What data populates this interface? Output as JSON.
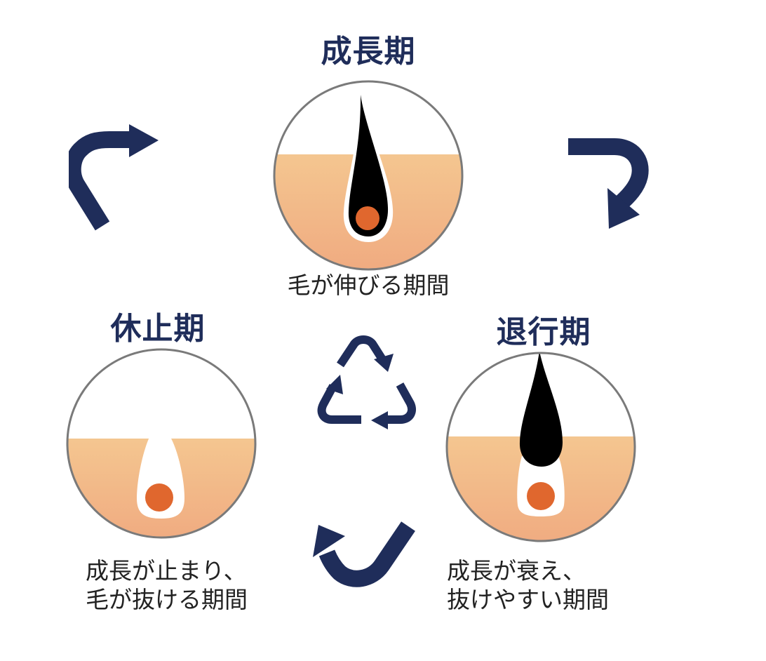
{
  "diagram": {
    "subject": "hair growth cycle",
    "colors": {
      "title": "#1f2d5a",
      "arrow": "#1f2d5a",
      "skin_top": "#f4c48e",
      "skin_bottom": "#f0ab7f",
      "hair": "#000000",
      "papilla": "#e0672e",
      "circle_border": "#7a7a7a",
      "caption": "#222222"
    },
    "phases": [
      {
        "id": "anagen",
        "title": "成長期",
        "caption_lines": [
          "毛が伸びる期間"
        ]
      },
      {
        "id": "catagen",
        "title": "退行期",
        "caption_lines": [
          "成長が衰え、",
          "抜けやすい期間"
        ]
      },
      {
        "id": "telogen",
        "title": "休止期",
        "caption_lines": [
          "成長が止まり、",
          "毛が抜ける期間"
        ]
      }
    ],
    "arrows": [
      {
        "id": "arrow-top-left",
        "icon": "curved-arrow-right-icon"
      },
      {
        "id": "arrow-top-right",
        "icon": "curved-arrow-down-icon"
      },
      {
        "id": "arrow-bottom",
        "icon": "curved-arrow-up-left-icon"
      }
    ],
    "center_icon": "recycle-icon"
  }
}
